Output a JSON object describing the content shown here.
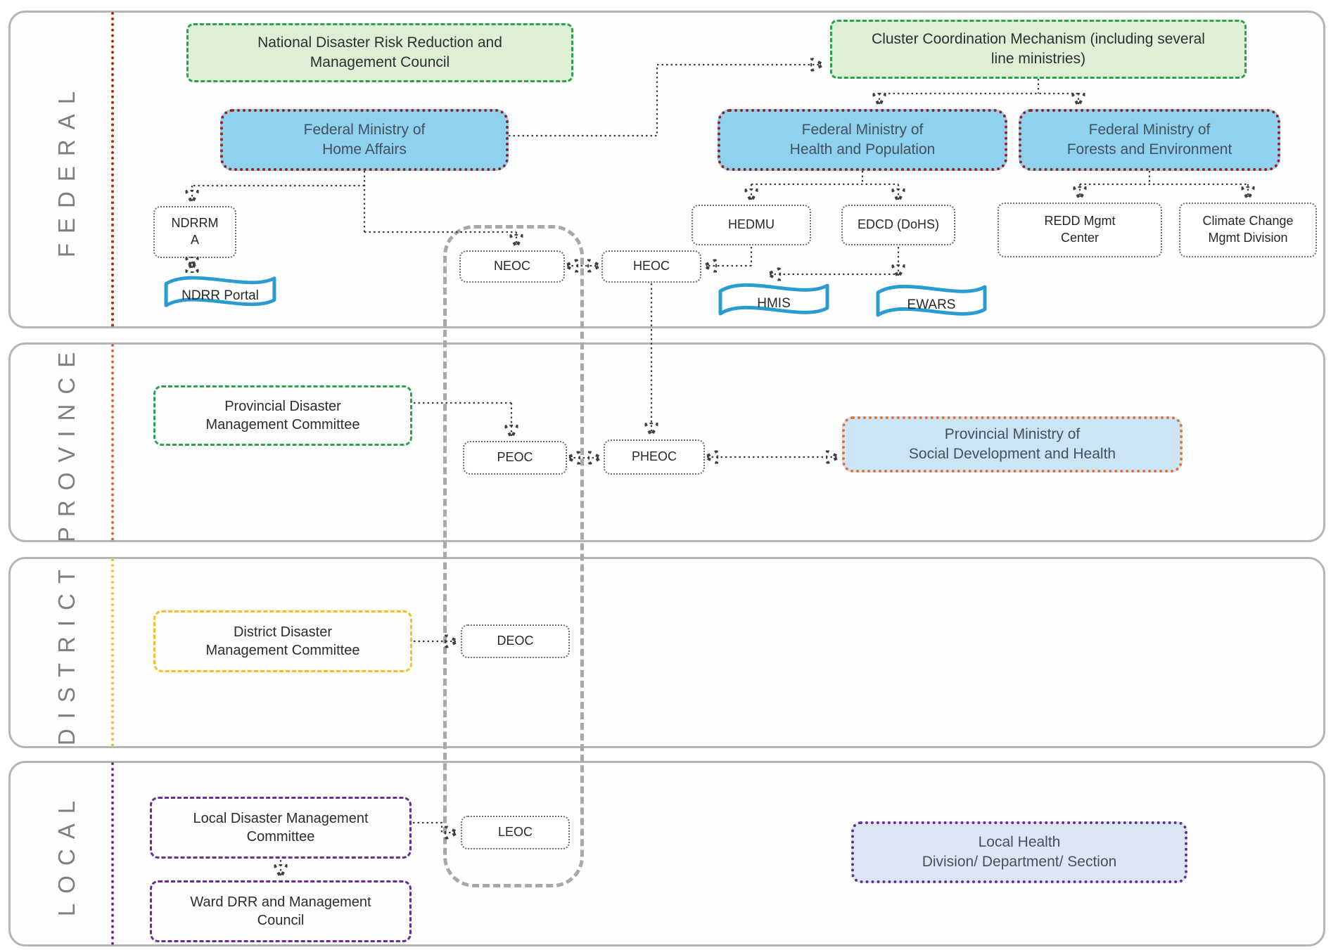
{
  "palette": {
    "band_border": "#b5b5b5",
    "band_label_gray": "#7e7e7e",
    "green_fill": "#ddf0d6",
    "green_border": "#2ca14f",
    "ministry_blue_fill": "#8ed2f0",
    "ministry_red_border": "#a01d1d",
    "provincial_fill": "#cbe5f6",
    "provincial_orange_border": "#e8702a",
    "local_health_fill": "#dce7f6",
    "purple_border": "#6a2d91",
    "district_yellow_border": "#f0c02a",
    "federal_line_red": "#b3261e",
    "province_line_orange": "#e8642c",
    "district_line_yellow": "#f0c02a",
    "local_line_purple": "#6a2d91",
    "flag_blue": "#2a9cd0",
    "connector_gray": "#3f3f3f"
  },
  "bands": [
    {
      "id": "federal",
      "label": "FEDERAL"
    },
    {
      "id": "province",
      "label": "PROVINCE"
    },
    {
      "id": "district",
      "label": "DISTRICT"
    },
    {
      "id": "local",
      "label": "LOCAL"
    }
  ],
  "nodes": {
    "ndrrmc": {
      "label": "National Disaster Risk Reduction and\nManagement Council"
    },
    "cluster": {
      "label": "Cluster Coordination Mechanism (including several\nline ministries)"
    },
    "home_affairs": {
      "label": "Federal Ministry of\nHome Affairs"
    },
    "health_pop": {
      "label": "Federal Ministry of\nHealth and Population"
    },
    "forests_env": {
      "label": "Federal Ministry of\nForests and Environment"
    },
    "ndrrma": {
      "label": "NDRRM\nA"
    },
    "ndrr_portal": {
      "label": "NDRR Portal"
    },
    "neoc": {
      "label": "NEOC"
    },
    "heoc": {
      "label": "HEOC"
    },
    "hedmu": {
      "label": "HEDMU"
    },
    "edcd": {
      "label": "EDCD (DoHS)"
    },
    "redd": {
      "label": "REDD Mgmt\nCenter"
    },
    "climate": {
      "label": "Climate Change\nMgmt Division"
    },
    "hmis": {
      "label": "HMIS"
    },
    "ewars": {
      "label": "EWARS"
    },
    "pdmc": {
      "label": "Provincial Disaster\nManagement Committee"
    },
    "peoc": {
      "label": "PEOC"
    },
    "pheoc": {
      "label": "PHEOC"
    },
    "prov_ministry": {
      "label": "Provincial Ministry of\nSocial Development and Health"
    },
    "ddmc": {
      "label": "District Disaster\nManagement Committee"
    },
    "deoc": {
      "label": "DEOC"
    },
    "ldmc": {
      "label": "Local Disaster Management\nCommittee"
    },
    "leoc": {
      "label": "LEOC"
    },
    "ward": {
      "label": "Ward DRR and Management\nCouncil"
    },
    "local_health": {
      "label": "Local Health\nDivision/ Department/ Section"
    }
  }
}
